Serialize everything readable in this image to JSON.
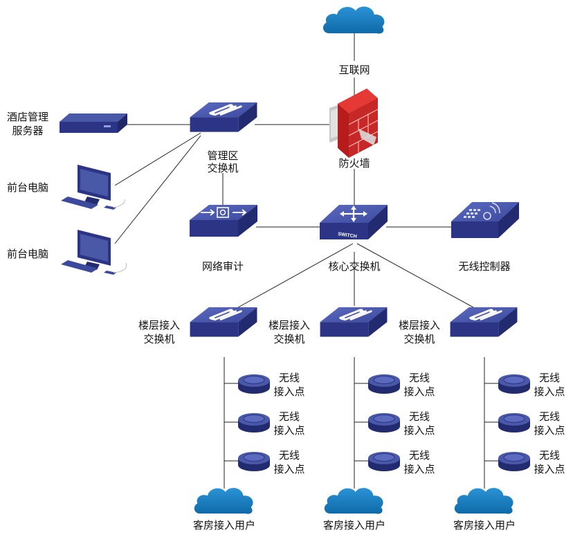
{
  "labels": {
    "internet": "互联网",
    "firewall": "防火墙",
    "hotel_server_1": "酒店管理",
    "hotel_server_2": "服务器",
    "mgmt_switch_1": "管理区",
    "mgmt_switch_2": "交换机",
    "frontdesk_pc_1": "前台电脑",
    "frontdesk_pc_2": "前台电脑",
    "network_audit": "网络审计",
    "core_switch": "核心交换机",
    "wireless_controller": "无线控制器",
    "floor_switch_1a": "楼层接入",
    "floor_switch_1b": "交换机",
    "floor_switch_2a": "楼层接入",
    "floor_switch_2b": "交换机",
    "floor_switch_3a": "楼层接入",
    "floor_switch_3b": "交换机",
    "ap_a": "无线",
    "ap_b": "接入点",
    "guest_users": "客房接入用户",
    "switch_badge": "SWITCH"
  },
  "colors": {
    "device_top": "#4a58a8",
    "device_side": "#2c3585",
    "device_dark": "#232b70",
    "cloud": "#1a7fc0",
    "firewall": "#c62828",
    "line": "#222222"
  }
}
